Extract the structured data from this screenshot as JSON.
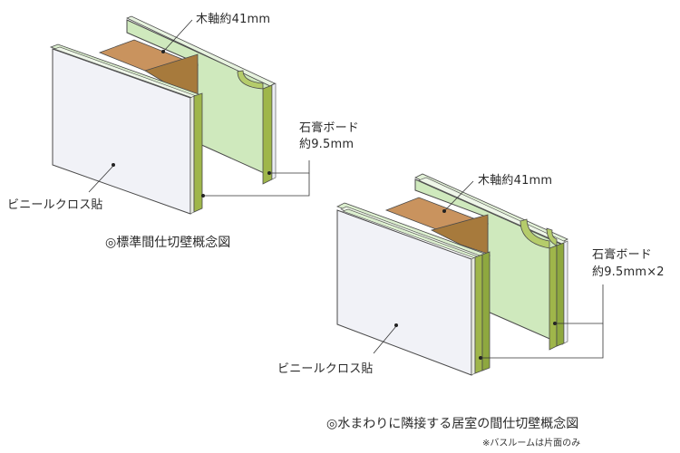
{
  "diagram_1": {
    "caption": "◎標準間仕切壁概念図",
    "labels": {
      "stud": "木軸約41mm",
      "board_line1": "石膏ボード",
      "board_line2": "約9.5mm",
      "finish": "ビニールクロス貼"
    }
  },
  "diagram_2": {
    "caption": "◎水まわりに隣接する居室の間仕切壁概念図",
    "note": "※バスルームは片面のみ",
    "labels": {
      "stud": "木軸約41mm",
      "board_line1": "石膏ボード",
      "board_line2": "約9.5mm×2",
      "finish": "ビニールクロス貼"
    }
  },
  "colors": {
    "board_face_green": "#cfe9bd",
    "board_edge_green": "#9fb64a",
    "board_edge_dark": "#7f9a36",
    "finish_white": "#f1f2f7",
    "stud_top": "#c9935e",
    "stud_side": "#a77a3c",
    "leader_line": "#333333"
  }
}
